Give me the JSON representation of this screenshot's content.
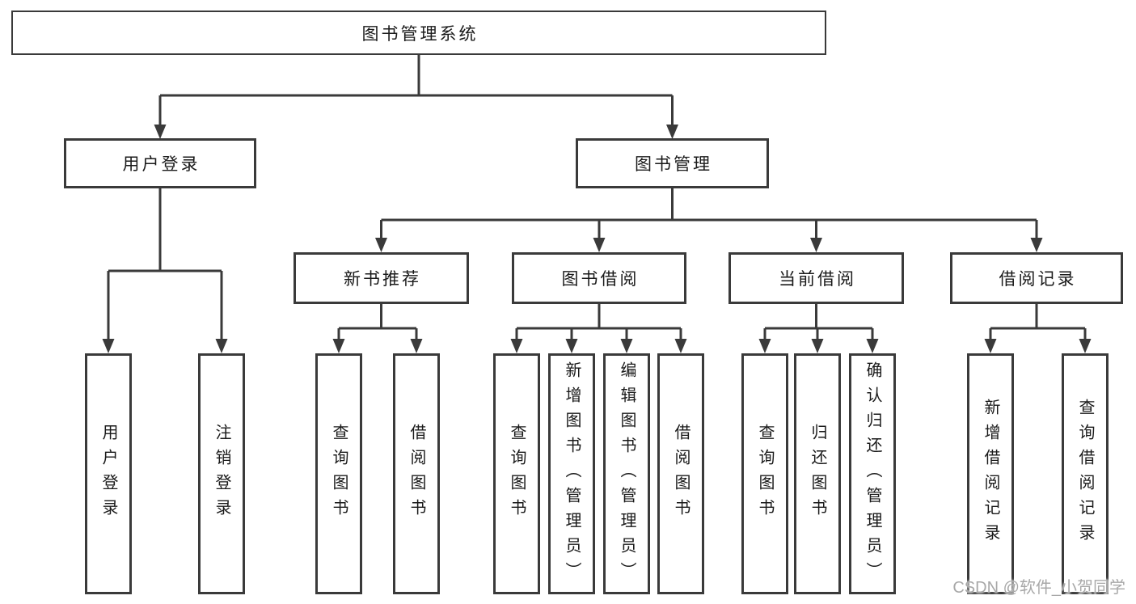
{
  "colors": {
    "line": "#3a3a3a",
    "ink": "#1a1a1a",
    "bg": "#ffffff",
    "watermark": "#a8a8a8"
  },
  "watermark": "CSDN @软件_小贺同学",
  "tree": {
    "root": "图书管理系统",
    "branches": [
      {
        "label": "用户登录",
        "leaves": [
          "用户登录",
          "注销登录"
        ]
      },
      {
        "label": "图书管理",
        "groups": [
          {
            "label": "新书推荐",
            "leaves": [
              "查询图书",
              "借阅图书"
            ]
          },
          {
            "label": "图书借阅",
            "leaves": [
              "查询图书",
              "新增图书（管理员）",
              "编辑图书（管理员）",
              "借阅图书"
            ]
          },
          {
            "label": "当前借阅",
            "leaves": [
              "查询图书",
              "归还图书",
              "确认归还（管理员）"
            ]
          },
          {
            "label": "借阅记录",
            "leaves": [
              "新增借阅记录",
              "查询借阅记录"
            ]
          }
        ]
      }
    ]
  }
}
